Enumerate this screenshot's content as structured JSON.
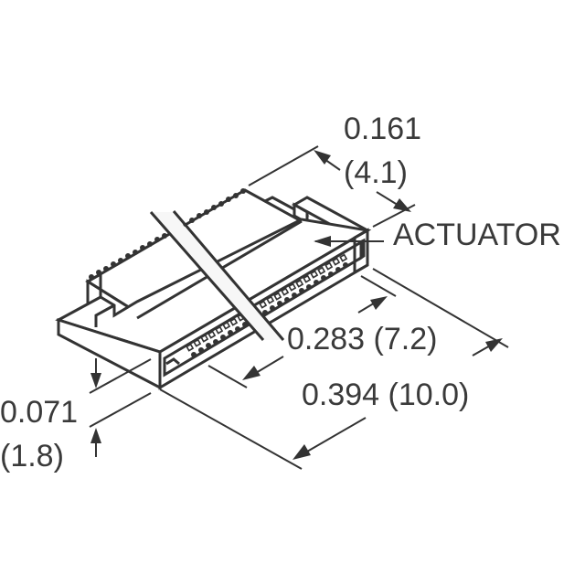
{
  "diagram": {
    "type": "mechanical-outline-drawing",
    "subject": "FPC/FFC connector, isometric view with dimensions",
    "colors": {
      "line": "#333333",
      "text": "#3a3a3a",
      "background": "#ffffff"
    },
    "callouts": {
      "actuator": "ACTUATOR"
    },
    "dimensions": {
      "depth": {
        "inch": "0.161",
        "mm": "(4.1)"
      },
      "height": {
        "inch": "0.071",
        "mm": "(1.8)"
      },
      "inner_length": {
        "label": "0.283 (7.2)"
      },
      "overall_length": {
        "label": "0.394 (10.0)"
      }
    }
  }
}
